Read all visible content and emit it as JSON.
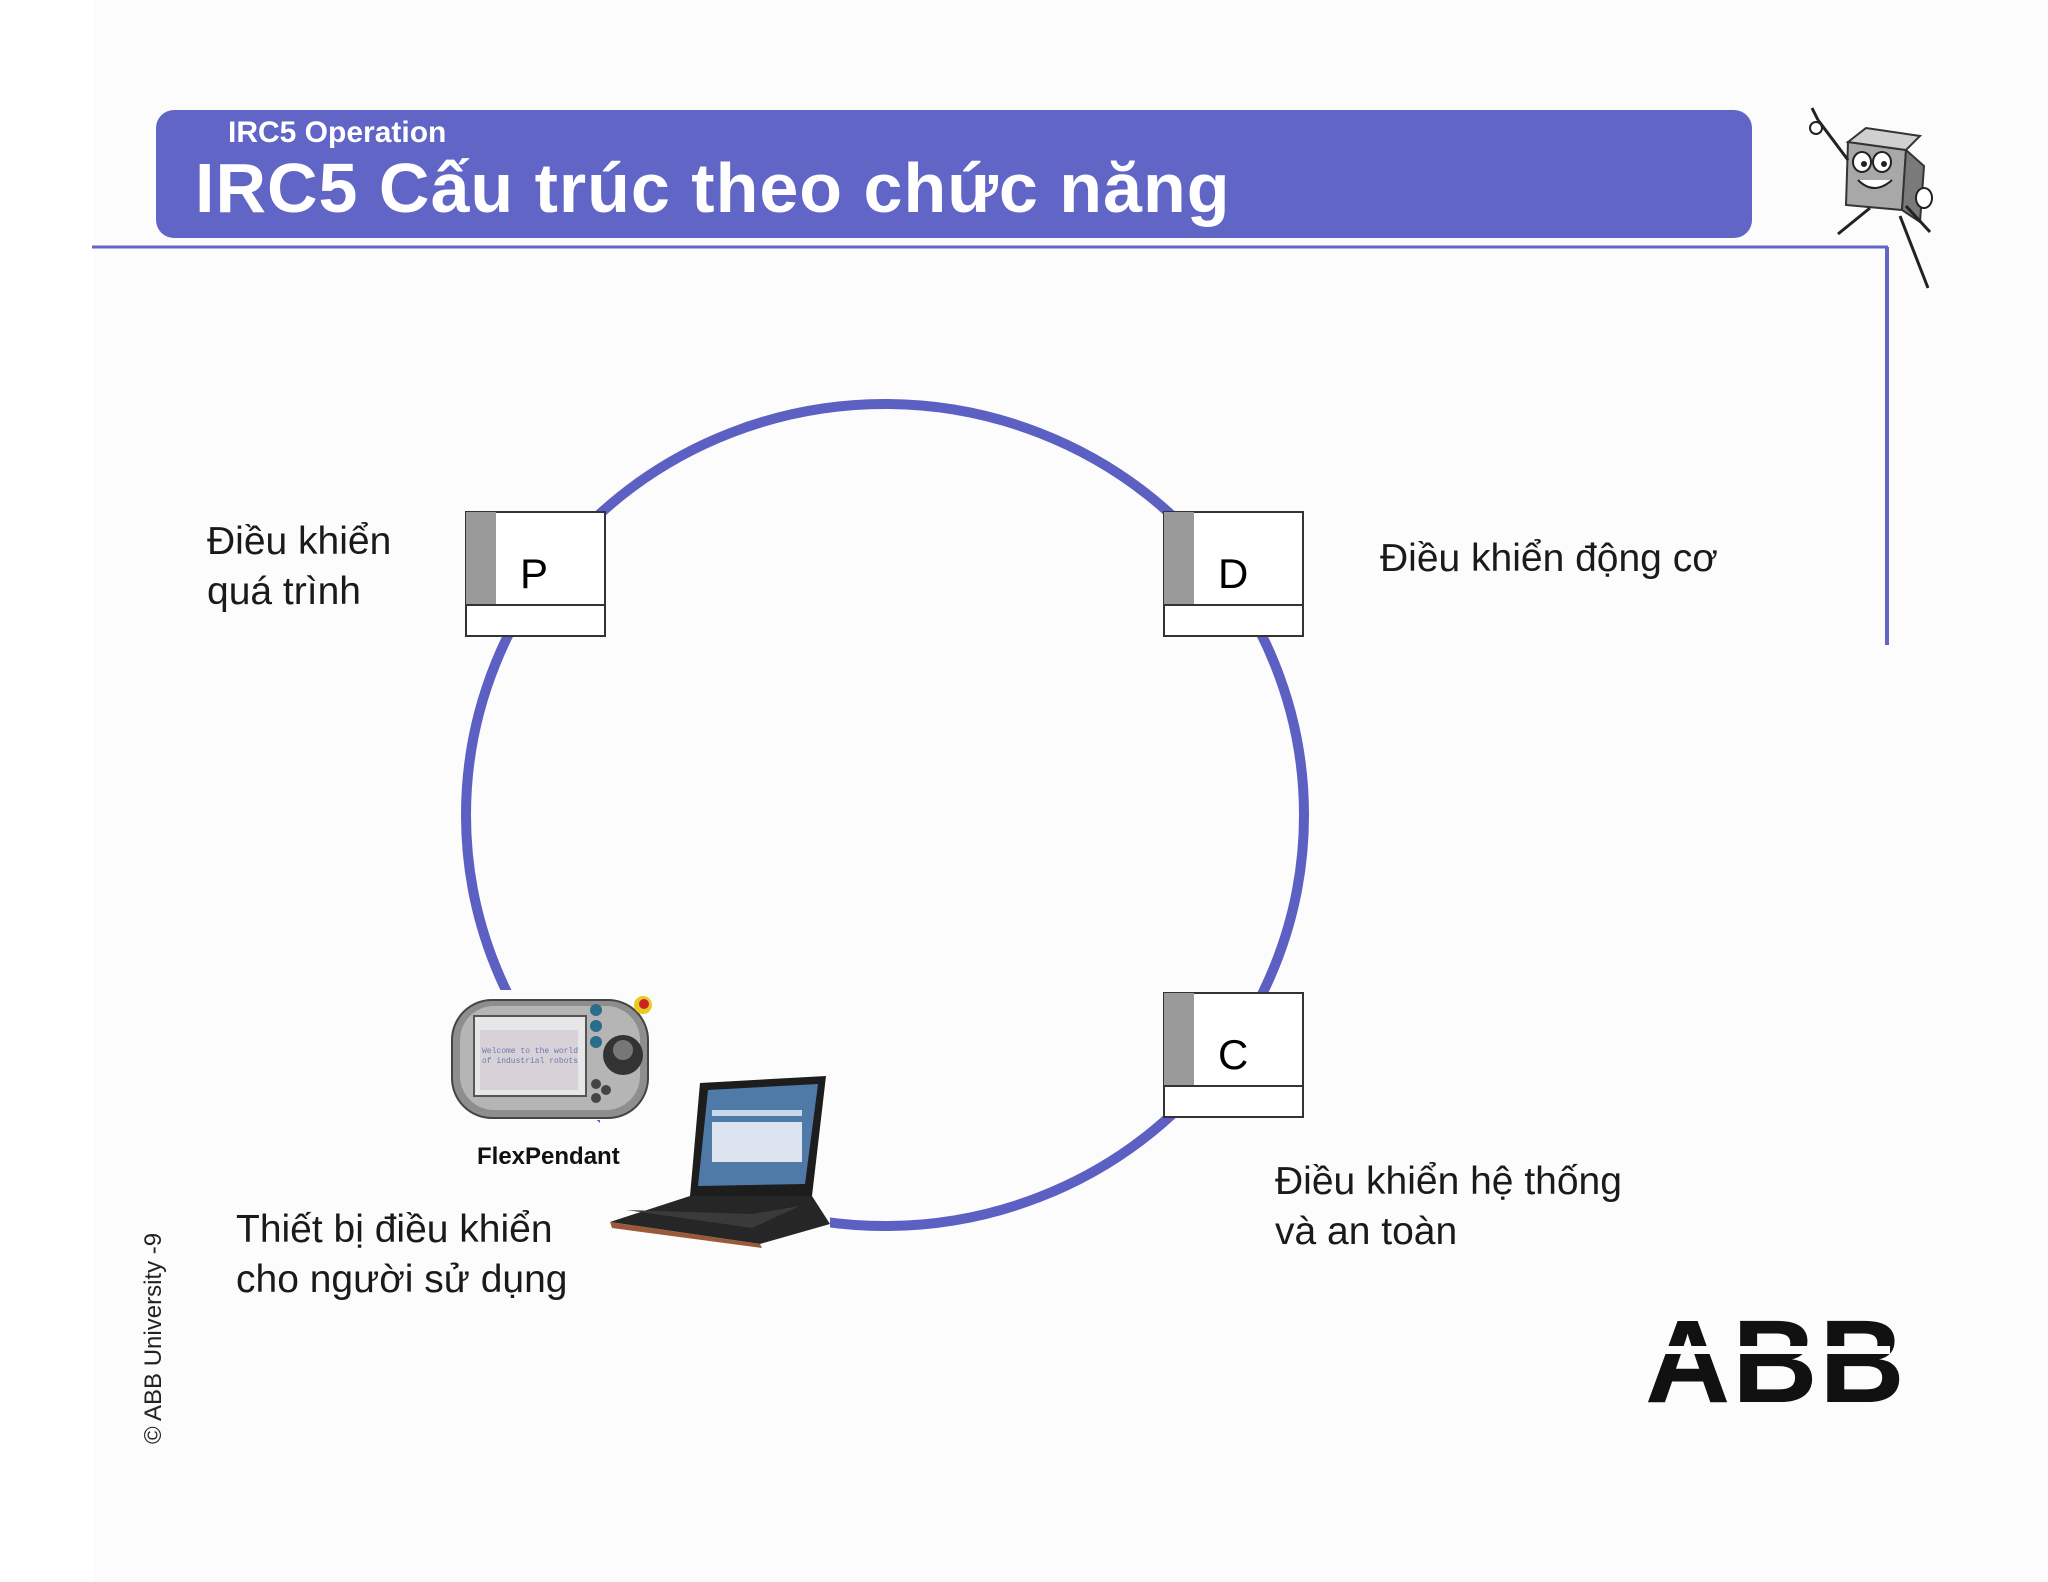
{
  "header": {
    "subtitle": "IRC5 Operation",
    "title": "IRC5 Cấu trúc theo chức năng"
  },
  "modules": [
    {
      "letter": "P",
      "label_lines": [
        "Điều khiển",
        "quá trình"
      ]
    },
    {
      "letter": "D",
      "label_lines": [
        "Điều khiển động cơ"
      ]
    },
    {
      "letter": "C",
      "label_lines": [
        "Điều khiển hệ thống",
        "và an toàn"
      ]
    }
  ],
  "user_device": {
    "caption": "FlexPendant",
    "label_lines": [
      "Thiết bị điều khiển",
      "cho người sử dụng"
    ],
    "screen_text": [
      "Welcome to the world",
      "of industrial robots"
    ]
  },
  "footer": {
    "copyright": "© ABB University -9",
    "logo": "ABB"
  },
  "colors": {
    "accent": "#6065c6",
    "ring": "#5b60c2",
    "box_stripe": "#9a9a9a",
    "text": "#1a1a1a"
  },
  "icons": [
    "mascot-icon",
    "flexpendant-icon",
    "laptop-icon",
    "abb-logo"
  ]
}
